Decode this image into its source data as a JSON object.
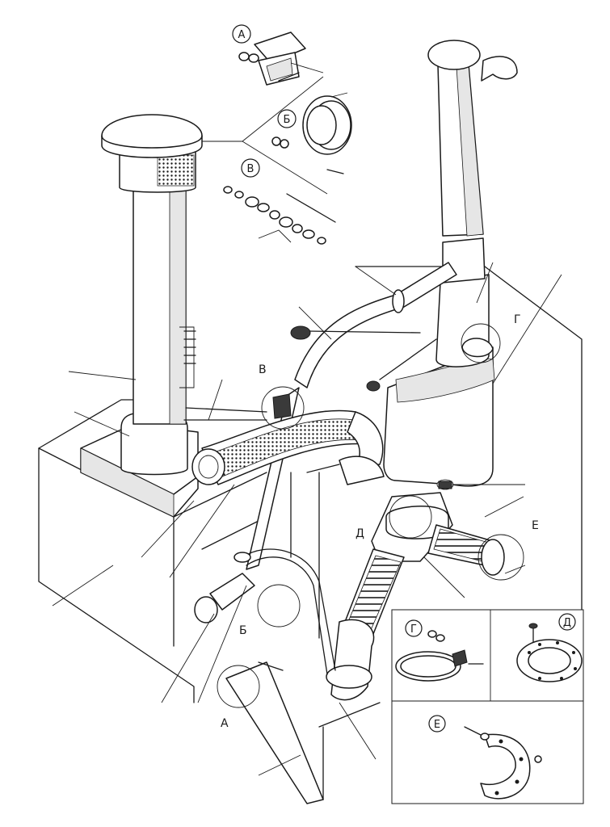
{
  "labels": {
    "inset_top_a": "А",
    "inset_top_b": "Б",
    "inset_top_v": "В",
    "detail_v": "В",
    "detail_g": "Г",
    "detail_d": "Д",
    "detail_e": "Е",
    "detail_b": "Б",
    "detail_a": "А",
    "inset_g": "Г",
    "inset_d": "Д",
    "inset_e": "Е"
  }
}
